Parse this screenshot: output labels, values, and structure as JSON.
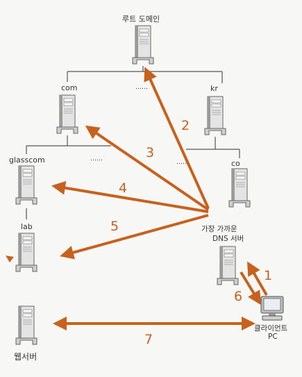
{
  "nodes": {
    "root": "루트 도메인",
    "com": "com",
    "kr": "kr",
    "glasscom": "glasscom",
    "co": "co",
    "lab": "lab",
    "dns_line1": "가장 가까운",
    "dns_line2": "DNS 서버",
    "client_line1": "클라이언트",
    "client_line2": "PC",
    "webserver": "웹서버"
  },
  "dots": "……",
  "steps": [
    "1",
    "2",
    "3",
    "4",
    "5",
    "6",
    "7"
  ],
  "colors": {
    "arrow": "#c8601e",
    "line": "#555555",
    "server_face": "#e4e4e4",
    "server_dark": "#9a9a9a"
  }
}
